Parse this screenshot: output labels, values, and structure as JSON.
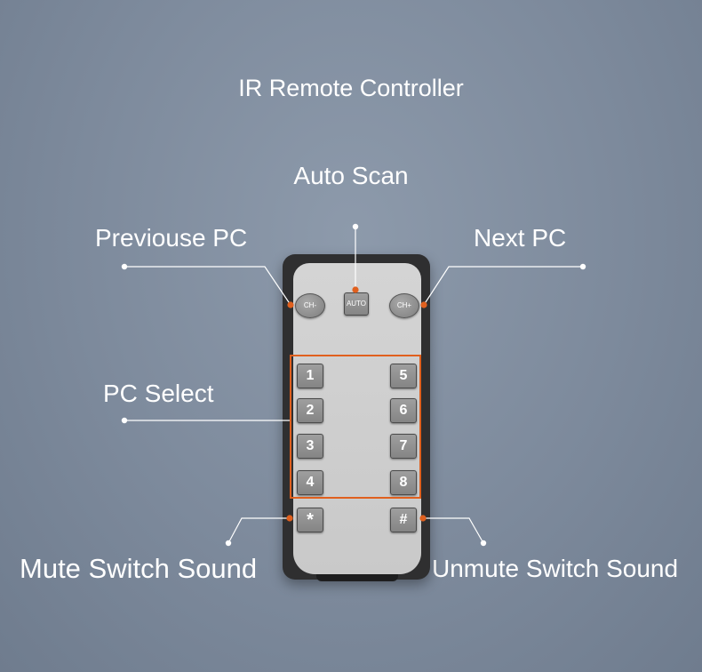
{
  "title": "IR Remote Controller",
  "callouts": {
    "auto_scan": "Auto Scan",
    "previous_pc": "Previouse PC",
    "next_pc": "Next PC",
    "pc_select": "PC Select",
    "mute": "Mute Switch Sound",
    "unmute": "Unmute Switch Sound"
  },
  "remote": {
    "top_buttons": {
      "ch_minus": "CH-",
      "auto": "AUTO",
      "ch_plus": "CH+"
    },
    "number_buttons": [
      "1",
      "2",
      "3",
      "4",
      "5",
      "6",
      "7",
      "8"
    ],
    "star_button": "*",
    "hash_button": "#"
  },
  "colors": {
    "accent": "#e0601e",
    "leader_line": "#ffffff"
  }
}
